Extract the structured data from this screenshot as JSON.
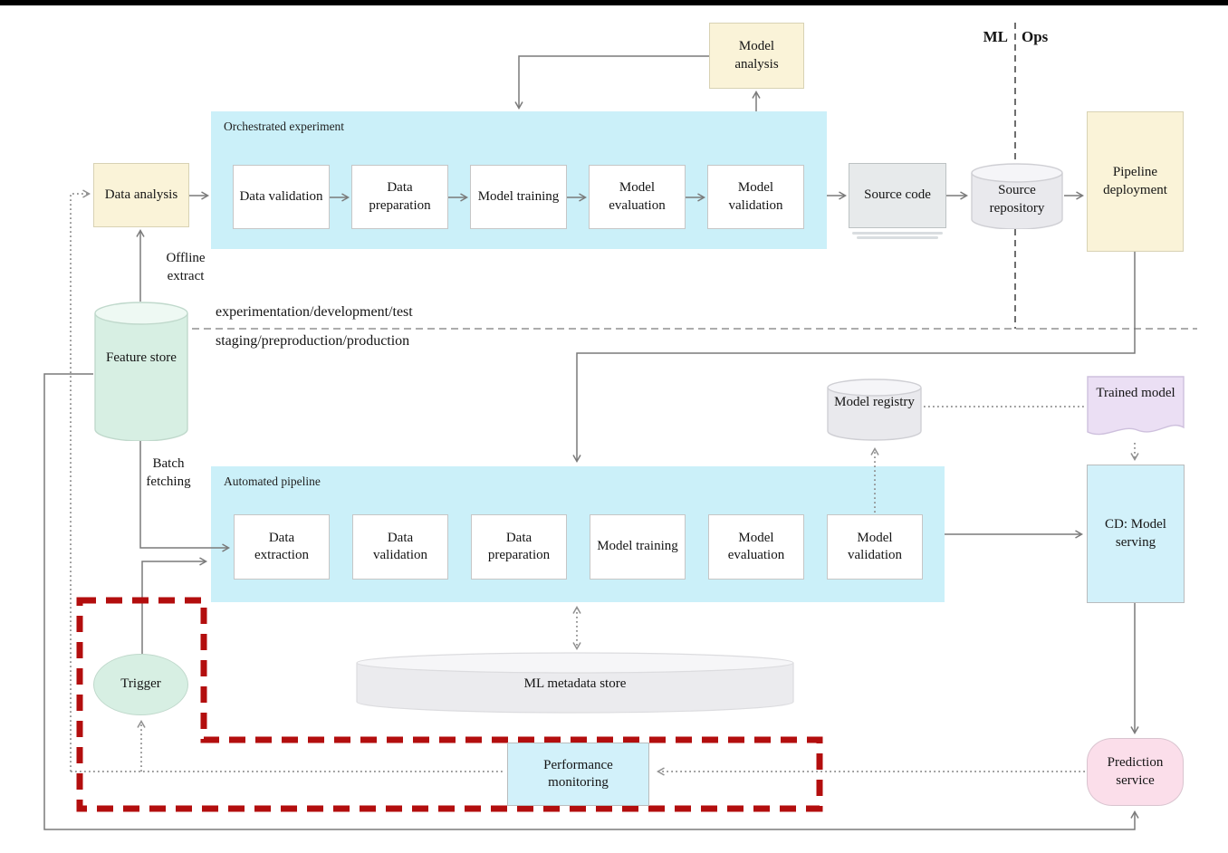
{
  "labels": {
    "ml": "ML",
    "ops": "Ops",
    "env_top": "experimentation/development/test",
    "env_bottom": "staging/preproduction/production"
  },
  "panels": {
    "orchestrated": "Orchestrated experiment",
    "automated": "Automated pipeline"
  },
  "nodes": {
    "data_analysis": "Data analysis",
    "model_analysis": "Model analysis",
    "source_code": "Source code",
    "source_repository": "Source repository",
    "pipeline_deployment": "Pipeline deployment",
    "feature_store": "Feature store",
    "model_registry": "Model registry",
    "trained_model": "Trained model",
    "cd_model_serving": "CD: Model serving",
    "ml_metadata_store": "ML metadata store",
    "trigger": "Trigger",
    "performance_monitoring": "Performance monitoring",
    "prediction_service": "Prediction service"
  },
  "edge_labels": {
    "offline_extract": "Offline extract",
    "batch_fetching": "Batch fetching"
  },
  "pipeline_experiment_steps": [
    "Data validation",
    "Data preparation",
    "Model training",
    "Model evaluation",
    "Model validation"
  ],
  "pipeline_automated_steps": [
    "Data extraction",
    "Data validation",
    "Data preparation",
    "Model training",
    "Model evaluation",
    "Model validation"
  ],
  "colors": {
    "panel_cyan": "#cbf0f9",
    "box_cyan": "#d2f1fa",
    "box_yellow": "#faf3d8",
    "box_gray": "#e7eaeb",
    "cylinder_green": "#d7efe3",
    "doc_lavender": "#ebdff4",
    "box_pink": "#fbdeea",
    "red_dashed_border": "#b30e0e",
    "line_gray": "#7a7a7a"
  }
}
